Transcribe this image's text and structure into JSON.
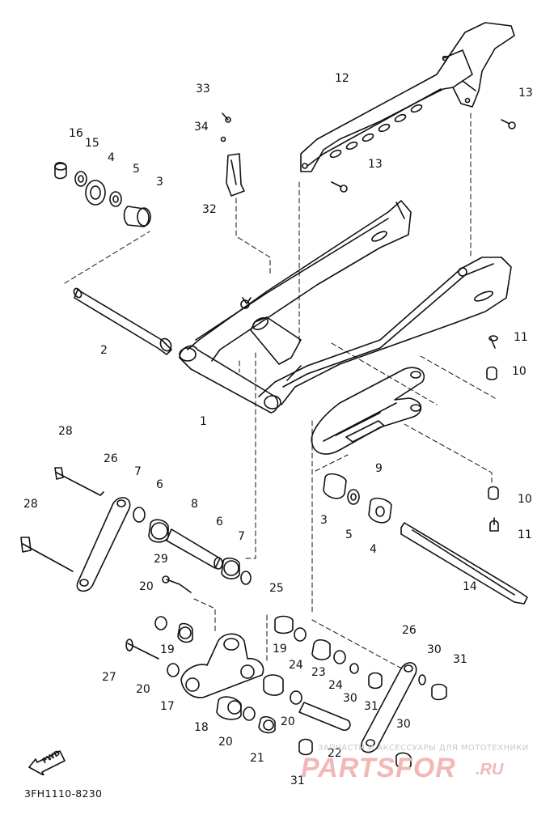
{
  "diagram": {
    "part_code": "3FH1110-8230",
    "fwd_label": "FWD",
    "callouts": {
      "c1": "1",
      "c2": "2",
      "c3a": "3",
      "c3b": "3",
      "c4a": "4",
      "c4b": "4",
      "c5a": "5",
      "c5b": "5",
      "c6a": "6",
      "c6b": "6",
      "c7a": "7",
      "c7b": "7",
      "c8": "8",
      "c9": "9",
      "c10a": "10",
      "c10b": "10",
      "c11a": "11",
      "c11b": "11",
      "c12": "12",
      "c13a": "13",
      "c13b": "13",
      "c14": "14",
      "c15": "15",
      "c16": "16",
      "c17": "17",
      "c18": "18",
      "c19a": "19",
      "c19b": "19",
      "c20a": "20",
      "c20b": "20",
      "c20c": "20",
      "c20d": "20",
      "c21": "21",
      "c22": "22",
      "c23": "23",
      "c24a": "24",
      "c24b": "24",
      "c25": "25",
      "c26a": "26",
      "c26b": "26",
      "c27": "27",
      "c28a": "28",
      "c28b": "28",
      "c29": "29",
      "c30a": "30",
      "c30b": "30",
      "c30c": "30",
      "c31a": "31",
      "c31b": "31",
      "c31c": "31",
      "c32": "32",
      "c33": "33",
      "c34": "34"
    }
  },
  "watermark": {
    "small_text": "ЗАПЧАСТИ И АКСЕССУАРЫ ДЛЯ МОТОТЕХНИКИ",
    "logo_text": "PARTSFOR",
    "logo_suffix": ".RU"
  },
  "colors": {
    "ink": "#111111",
    "paper": "#ffffff",
    "watermark": "#f2b8b8"
  }
}
